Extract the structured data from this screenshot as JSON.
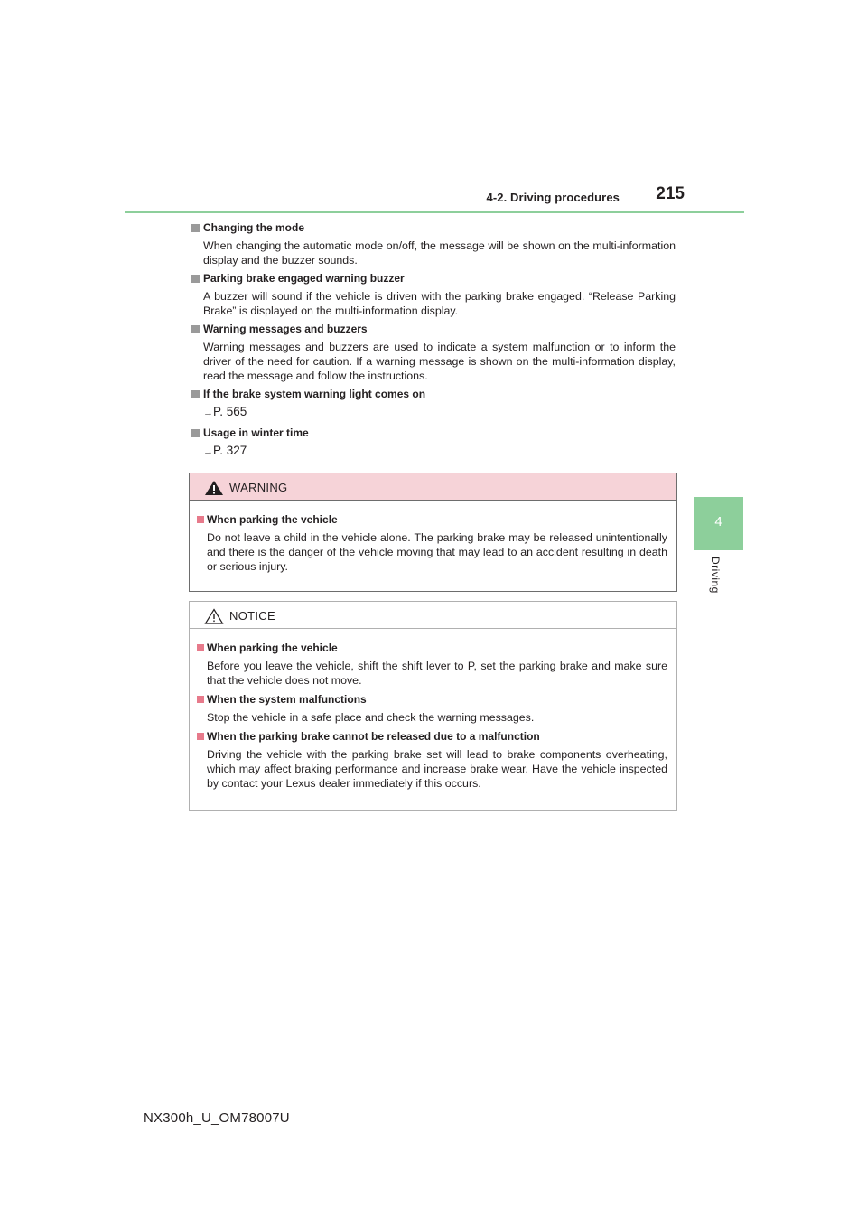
{
  "header": {
    "section": "4-2. Driving procedures",
    "page_number": "215"
  },
  "side_tab": {
    "number": "4",
    "label": "Driving"
  },
  "body": {
    "items": [
      {
        "heading": "Changing the mode",
        "text": "When changing the automatic mode on/off, the message will be shown on the multi-information display and the buzzer sounds."
      },
      {
        "heading": "Parking brake engaged warning buzzer",
        "text": "A buzzer will sound if the vehicle is driven with the parking brake engaged. “Release Parking Brake” is displayed on the multi-information display."
      },
      {
        "heading": "Warning messages and buzzers",
        "text": "Warning messages and buzzers are used to indicate a system malfunction or to inform the driver of the need for caution. If a warning message is shown on the multi-information display, read the message and follow the instructions."
      },
      {
        "heading": "If the brake system warning light comes on",
        "ref": "P. 565"
      },
      {
        "heading": "Usage in winter time",
        "ref": "P. 327"
      }
    ]
  },
  "warning": {
    "label": "WARNING",
    "items": [
      {
        "heading": "When parking the vehicle",
        "text": "Do not leave a child in the vehicle alone. The parking brake may be released unintentionally and there is the danger of the vehicle moving that may lead to an accident resulting in death or serious injury."
      }
    ]
  },
  "notice": {
    "label": "NOTICE",
    "items": [
      {
        "heading": "When parking the vehicle",
        "text": "Before you leave the vehicle, shift the shift lever to P, set the parking brake and make sure that the vehicle does not move."
      },
      {
        "heading": "When the system malfunctions",
        "text": "Stop the vehicle in a safe place and check the warning messages."
      },
      {
        "heading": "When the parking brake cannot be released due to a malfunction",
        "text": "Driving the vehicle with the parking brake set will lead to brake components overheating, which may affect braking performance and increase brake wear. Have the vehicle inspected by contact your Lexus dealer immediately if this occurs."
      }
    ]
  },
  "footer": {
    "code": "NX300h_U_OM78007U"
  },
  "colors": {
    "accent_green": "#8dcf9b",
    "warning_header_bg": "#f6d3d8",
    "bullet_gray": "#9a9a9a",
    "bullet_pink": "#e77a8b"
  },
  "icons": {
    "warning": "warning-triangle-filled-icon",
    "notice": "warning-triangle-outline-icon",
    "ref_arrow": "arrow-right-icon"
  }
}
